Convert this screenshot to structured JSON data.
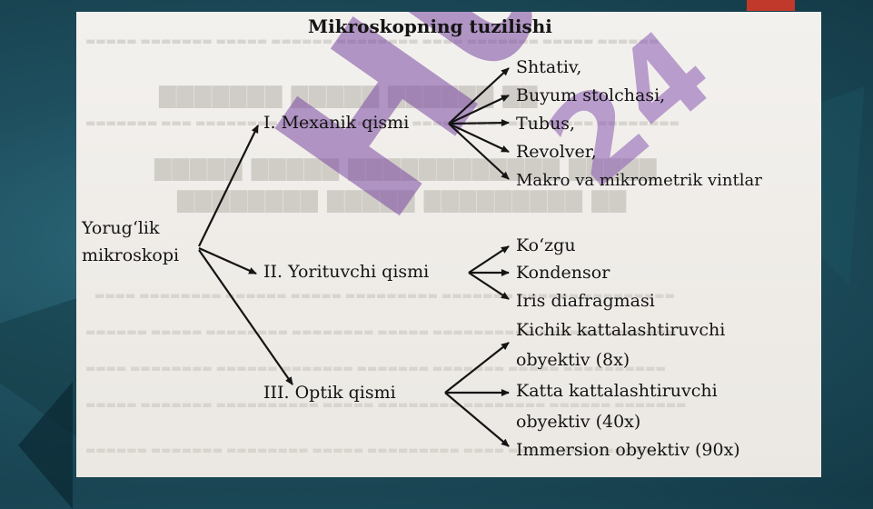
{
  "title": "Mikroskopning  tuzilishi",
  "root": {
    "line1": "Yorug‘lik",
    "line2": "mikroskopi"
  },
  "branches": [
    {
      "label": "I. Mexanik qismi",
      "items": [
        "Shtativ,",
        "Buyum stolchasi,",
        "Tubus,",
        "Revolver,",
        "Makro va mikrometrik vintlar"
      ]
    },
    {
      "label": "II. Yorituvchi qismi",
      "items": [
        "Ko‘zgu",
        "Kondensor",
        "Iris diafragmasi"
      ]
    },
    {
      "label": "III. Optik qismi",
      "items": [
        "Kichik kattalashtiruvchi",
        "obyektiv (8x)",
        "Katta kattalashtiruvchi",
        "obyektiv (40x)",
        "Immersion obyektiv (90x)"
      ]
    }
  ],
  "watermark": {
    "main": "Hujjat",
    "sub": "24"
  },
  "colors": {
    "background": "#1f5060",
    "paper": "#f0ede9",
    "ink": "#141414",
    "watermark": "#7b4aa3",
    "accent": "#c0392b"
  }
}
